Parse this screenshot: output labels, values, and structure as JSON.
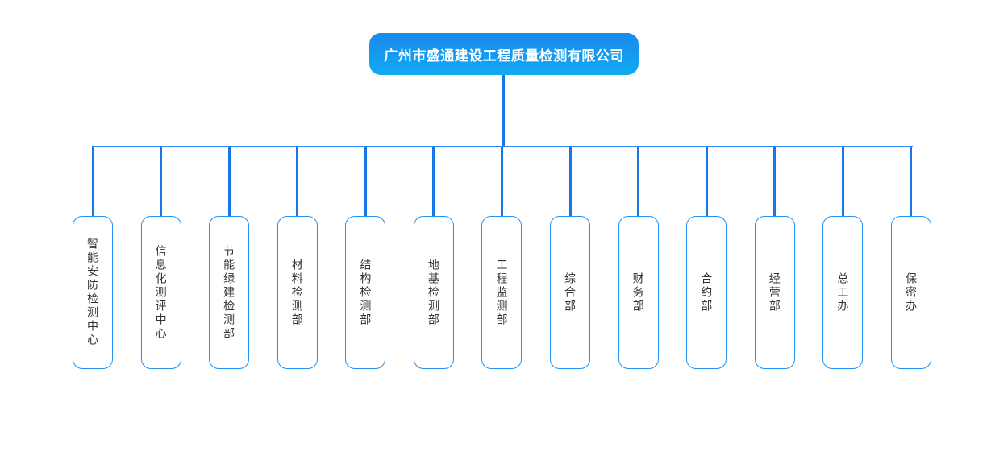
{
  "root": {
    "label": "广州市盛通建设工程质量检测有限公司"
  },
  "departments": [
    {
      "label": "智能安防检测中心"
    },
    {
      "label": "信息化测评中心"
    },
    {
      "label": "节能绿建检测部"
    },
    {
      "label": "材料检测部"
    },
    {
      "label": "结构检测部"
    },
    {
      "label": "地基检测部"
    },
    {
      "label": "工程监测部"
    },
    {
      "label": "综合部"
    },
    {
      "label": "财务部"
    },
    {
      "label": "合约部"
    },
    {
      "label": "经营部"
    },
    {
      "label": "总工办"
    },
    {
      "label": "保密办"
    }
  ],
  "colors": {
    "connector_line": "#1677e8",
    "horizontal_line": "#2b87ea",
    "box_border": "#2190f0",
    "box_text": "#333333",
    "root_gradient_top": "#1989ee",
    "root_gradient_bottom": "#12aaf1",
    "root_text": "#ffffff",
    "background": "#ffffff"
  }
}
